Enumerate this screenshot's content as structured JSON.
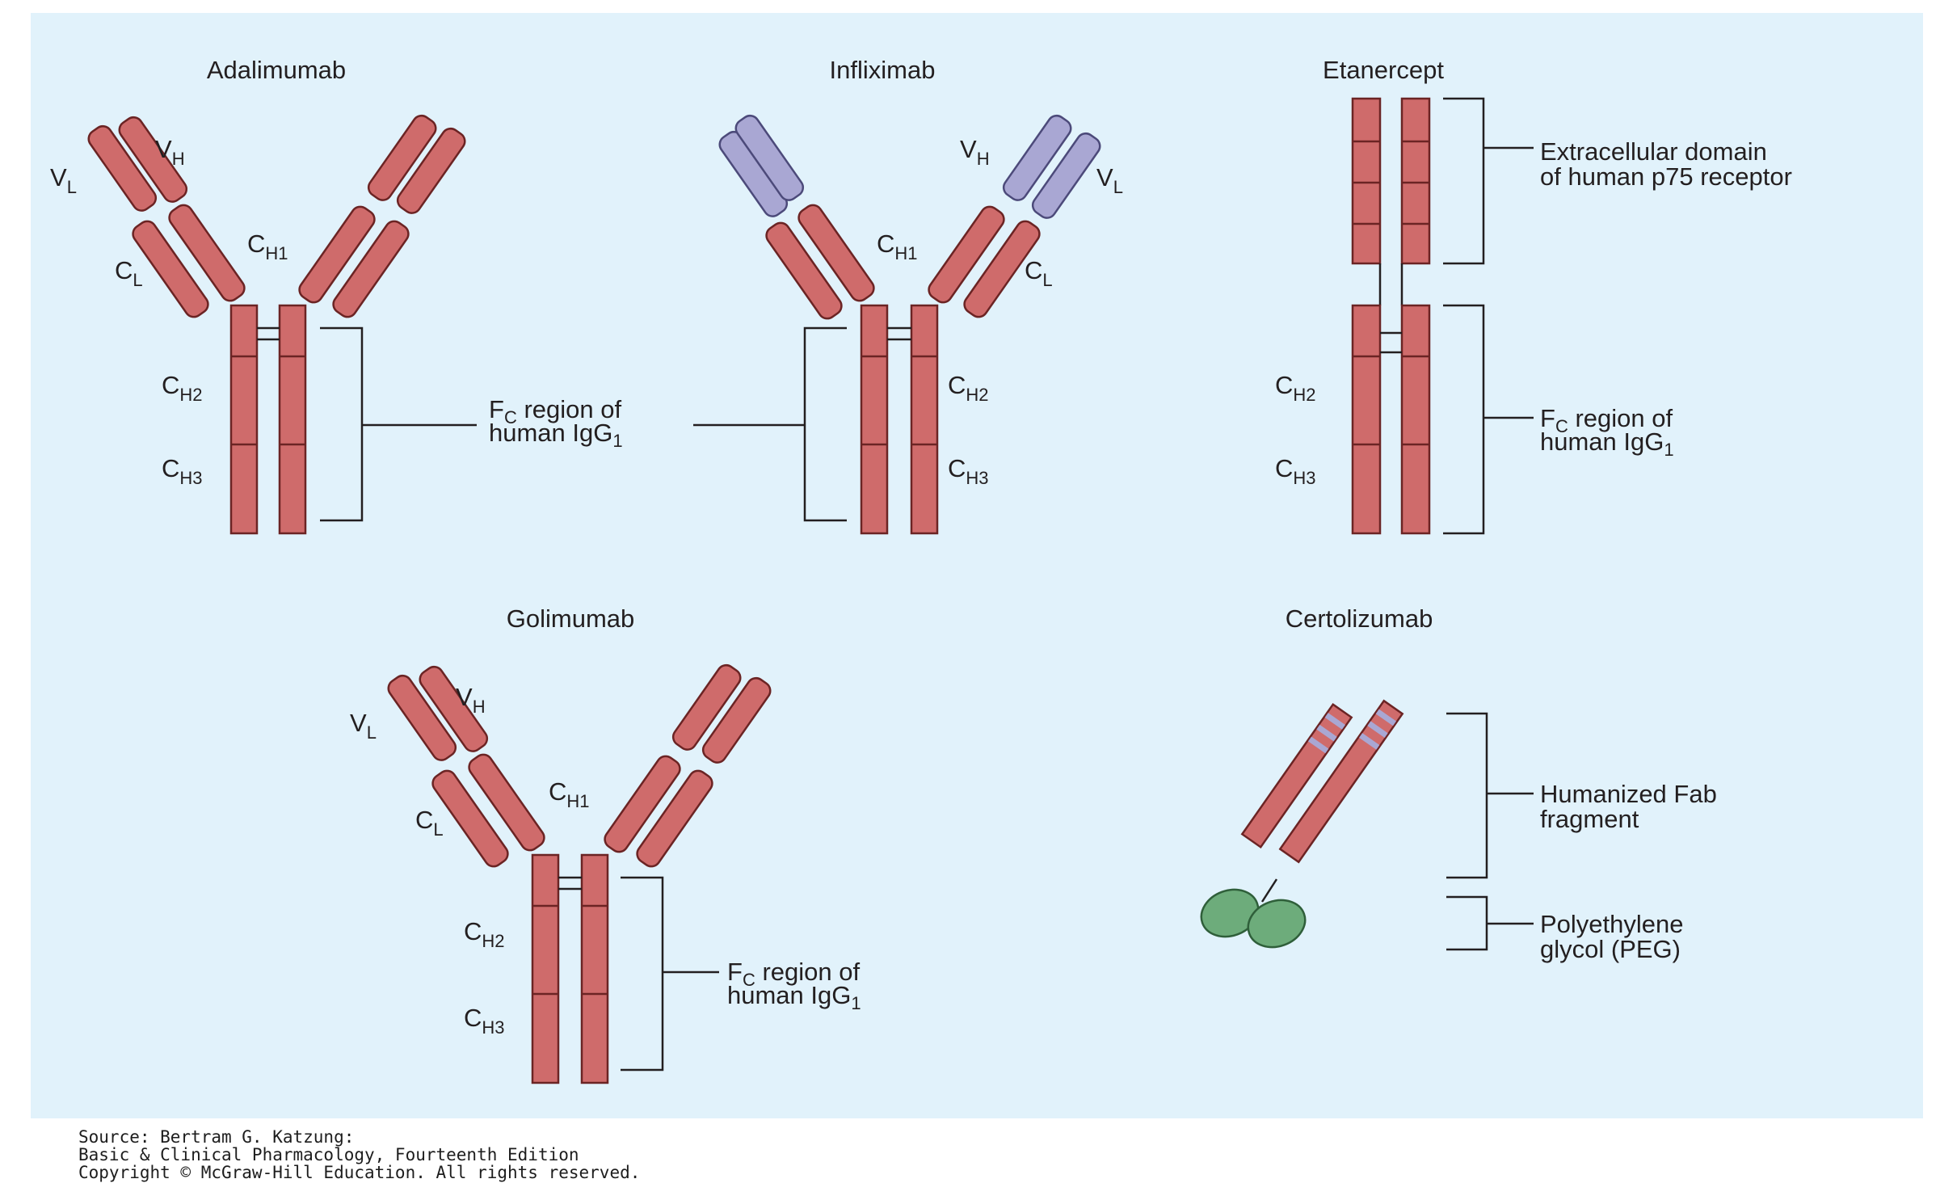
{
  "titles": {
    "adalimumab": "Adalimumab",
    "infliximab": "Infliximab",
    "etanercept": "Etanercept",
    "golimumab": "Golimumab",
    "certolizumab": "Certolizumab"
  },
  "domains": {
    "v": "V",
    "c": "C",
    "sub_h": "H",
    "sub_l": "L",
    "sub_h1": "H1",
    "sub_h2": "H2",
    "sub_h3": "H3"
  },
  "fc_label": {
    "line1_prefix": "F",
    "line1_sub": "C",
    "line1_suffix": " region of",
    "line2_prefix": "human IgG",
    "line2_sub": "1"
  },
  "etanercept_labels": {
    "extracellular_line1": "Extracellular domain",
    "extracellular_line2": "of human p75 receptor"
  },
  "certolizumab_labels": {
    "fab_line1": "Humanized Fab",
    "fab_line2": "fragment",
    "peg_line1": "Polyethylene",
    "peg_line2": "glycol (PEG)"
  },
  "source": {
    "line1": "Source: Bertram G. Katzung:",
    "line2": "Basic & Clinical Pharmacology, Fourteenth Edition",
    "line3": "Copyright © McGraw-Hill Education. All rights reserved."
  },
  "colors": {
    "panel_background": "#e1f2fb",
    "human_domain": "#cf6b6b",
    "murine_domain": "#a9a7d3",
    "peg": "#6dac7b"
  }
}
